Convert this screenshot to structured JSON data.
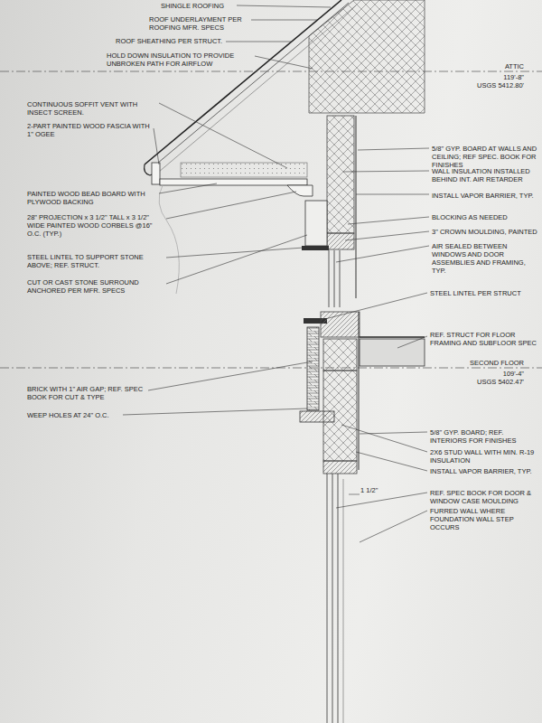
{
  "diagram": {
    "labels": [
      "SHINGLE ROOFING",
      "ROOF UNDERLAYMENT PER ROOFING MFR. SPECS",
      "ROOF SHEATHING PER STRUCT.",
      "HOLD DOWN INSULATION TO PROVIDE UNBROKEN PATH FOR AIRFLOW",
      "ATTIC",
      "119'-8\"",
      "USGS 5412.80'",
      "CONTINUOUS SOFFIT VENT WITH INSECT SCREEN.",
      "2-PART PAINTED WOOD FASCIA WITH 1\" OGEE",
      "5/8\" GYP. BOARD AT WALLS AND CEILING; REF SPEC. BOOK FOR FINISHES",
      "WALL INSULATION INSTALLED BEHIND INT. AIR RETARDER",
      "PAINTED WOOD BEAD BOARD WITH PLYWOOD BACKING",
      "INSTALL VAPOR BARRIER, TYP.",
      "28\" PROJECTION x 3 1/2\" TALL x 3 1/2\" WIDE PAINTED WOOD CORBELS @16\" O.C. (TYP.)",
      "BLOCKING AS NEEDED",
      "3\" CROWN MOULDING, PAINTED",
      "STEEL LINTEL TO SUPPORT STONE ABOVE; REF. STRUCT.",
      "AIR SEALED BETWEEN WINDOWS AND DOOR ASSEMBLIES AND FRAMING, TYP.",
      "CUT OR CAST STONE SURROUND ANCHORED PER MFR. SPECS",
      "STEEL LINTEL PER STRUCT",
      "REF. STRUCT FOR FLOOR FRAMING AND SUBFLOOR SPEC",
      "SECOND FLOOR",
      "109'-4\"",
      "USGS 5402.47'",
      "BRICK WITH 1\" AIR GAP; REF. SPEC BOOK FOR CUT & TYPE",
      "WEEP HOLES AT 24\" O.C.",
      "5/8\" GYP. BOARD; REF. INTERIORS FOR FINISHES",
      "2X6 STUD WALL WITH MIN. R-19 INSULATION",
      "INSTALL VAPOR BARRIER, TYP.",
      "REF. SPEC BOOK FOR DOOR & WINDOW CASE MOULDING",
      "FURRED WALL WHERE FOUNDATION WALL STEP OCCURS",
      "1 1/2\""
    ]
  }
}
